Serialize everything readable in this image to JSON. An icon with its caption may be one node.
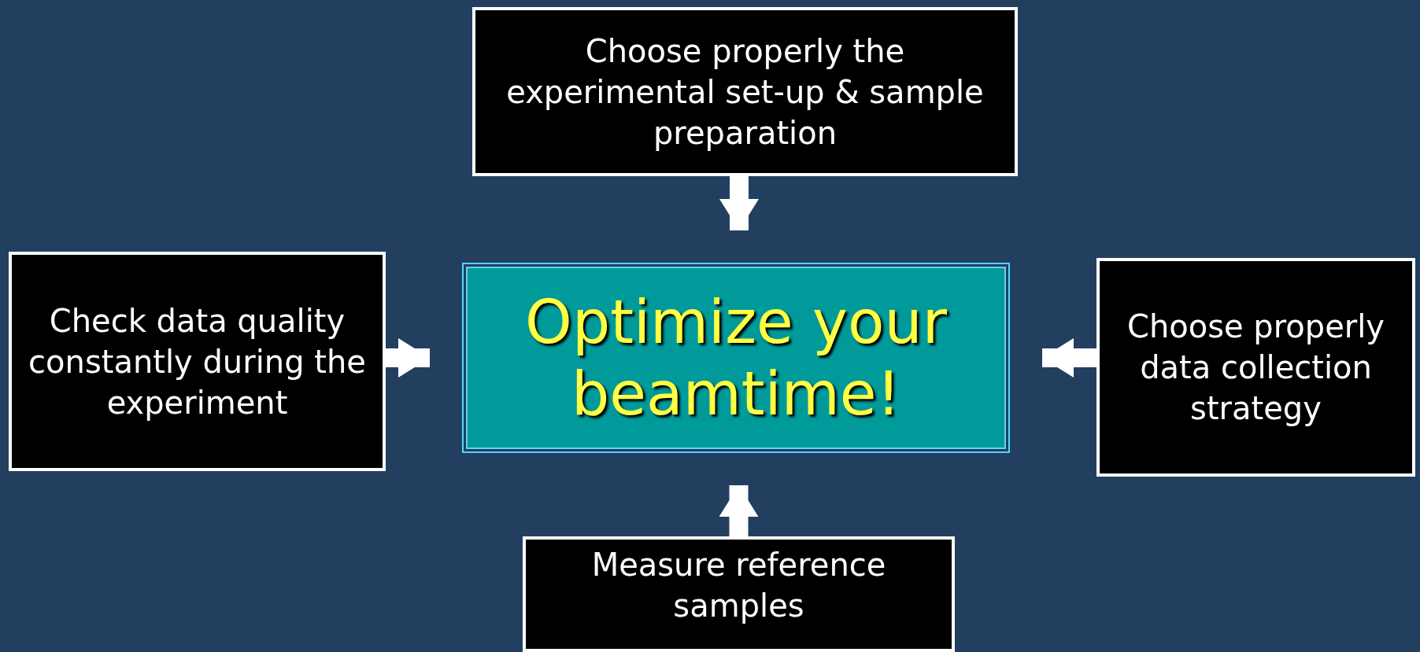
{
  "diagram": {
    "nodes": [
      {
        "text": [
          "Choose properly the experimental set-up & sample preparation"
        ]
      },
      {
        "text": [
          "Check data quality constantly during the experiment"
        ]
      },
      {
        "text": [
          "Optimize your beamtime!"
        ]
      },
      {
        "text": [
          "Choose properly data collection strategy"
        ]
      },
      {
        "text": [
          "Measure reference samples"
        ]
      }
    ],
    "edges": [
      {
        "from": 0,
        "to": 2,
        "arrow": "to"
      },
      {
        "from": 1,
        "to": 2,
        "arrow": "to"
      },
      {
        "from": 3,
        "to": 2,
        "arrow": "to"
      },
      {
        "from": 4,
        "to": 2,
        "arrow": "to"
      }
    ]
  }
}
